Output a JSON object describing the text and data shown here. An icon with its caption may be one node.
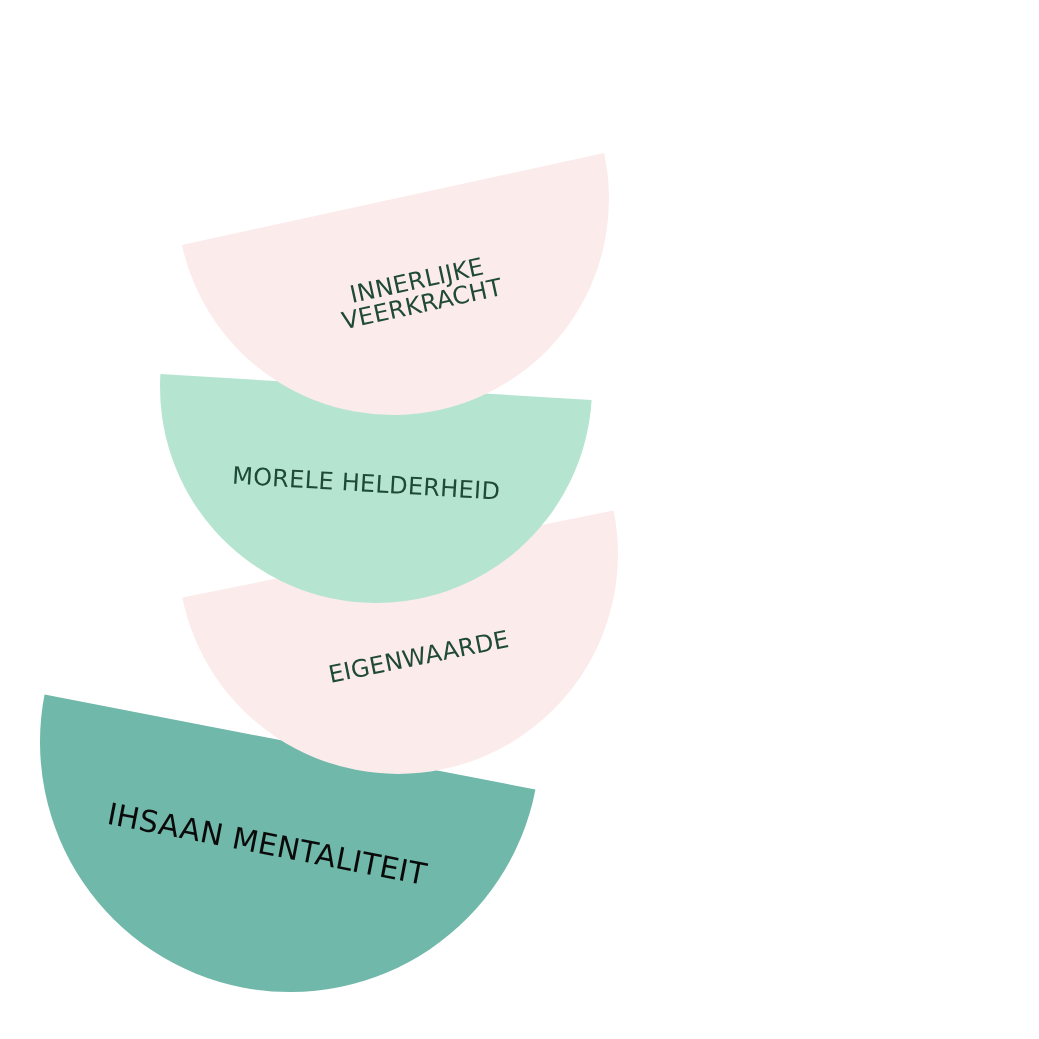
{
  "diagram": {
    "nodes": [
      {
        "text": [
          "INNERLIJKE VEERKRACHT"
        ]
      },
      {
        "text": [
          "MORELE HELDERHEID"
        ]
      },
      {
        "text": [
          "EIGENWAARDE"
        ]
      },
      {
        "text": [
          "IHSAAN MENTALITEIT"
        ]
      }
    ]
  }
}
